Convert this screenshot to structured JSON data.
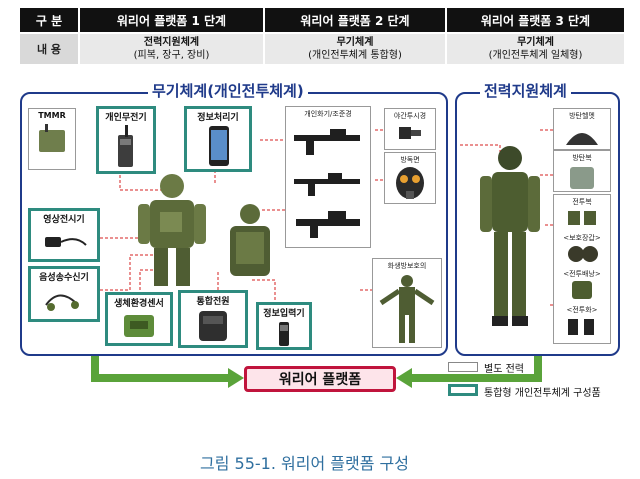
{
  "table": {
    "header": [
      "구 분",
      "워리어 플랫폼 1 단계",
      "워리어 플랫폼 2 단계",
      "워리어 플랫폼 3 단계"
    ],
    "row_label": "내 용",
    "rows": [
      {
        "title": "전력지원체계",
        "sub": "(피복, 장구, 장비)"
      },
      {
        "title": "무기체계",
        "sub": "(개인전투체계 통합형)"
      },
      {
        "title": "무기체계",
        "sub": "(개인전투체계 일체형)"
      }
    ]
  },
  "weapons_panel": {
    "title": "무기체계(개인전투체계)",
    "tmmr": "TMMR",
    "radio": "개인무전기",
    "info_processor": "정보처리기",
    "video_tx": "영상전시기",
    "audio_trx": "음성송수신기",
    "bio_sensor": "생체환경센서",
    "power": "통합전원",
    "input_device": "정보입력기",
    "firearm_scope": "개인화기/조준경",
    "night_vision": "야간투시경",
    "gas_mask": "방독면",
    "chem_suit": "화생방보호의"
  },
  "support_panel": {
    "title": "전력지원체계",
    "helmet": "방탄헬멧",
    "vest": "방탄복",
    "combat_suit": "전투복",
    "gloves": "<보호장갑>",
    "pack": "<전투배낭>",
    "boots": "<전투화>"
  },
  "center": {
    "label": "워리어 플랫폼"
  },
  "legend": {
    "separate": "별도 전력",
    "integrated": "통합형 개인전투체계 구성품"
  },
  "caption": "그림 55-1. 워리어 플랫폼 구성",
  "colors": {
    "panel_border": "#1f3a8a",
    "teal_box": "#2e8b7f",
    "green_arrow": "#5aa33a",
    "red_dash": "#d42020",
    "center_border": "#c0143c"
  }
}
